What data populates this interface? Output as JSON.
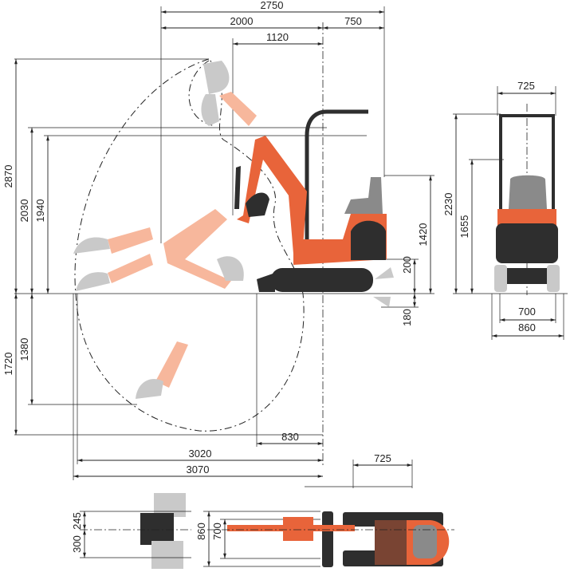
{
  "side_view": {
    "dims": {
      "total_length": "2750",
      "front_reach": "2000",
      "rear_length": "750",
      "boom_offset": "1120",
      "max_cut_height": "2870",
      "max_dump_height": "2030",
      "dump_height_min": "1940",
      "overall_height": "1420",
      "blade_lift": "200",
      "blade_drop": "180",
      "max_dig_depth": "1720",
      "vertical_wall_depth": "1380",
      "min_swing_radius": "830",
      "max_reach_ground": "3020",
      "max_reach": "3070"
    }
  },
  "front_view": {
    "dims": {
      "canopy_width": "725",
      "canopy_height": "2230",
      "seat_height": "1655",
      "track_width_min": "700",
      "track_width_max": "860"
    }
  },
  "top_view": {
    "dims": {
      "rear_width": "725",
      "boom_offset_right": "245",
      "boom_offset_left": "300",
      "track_width_max": "860",
      "track_width_min": "700"
    }
  },
  "colors": {
    "machine": "#e8643a",
    "ghost": "#f7b79c",
    "dark": "#2e2e2e"
  }
}
